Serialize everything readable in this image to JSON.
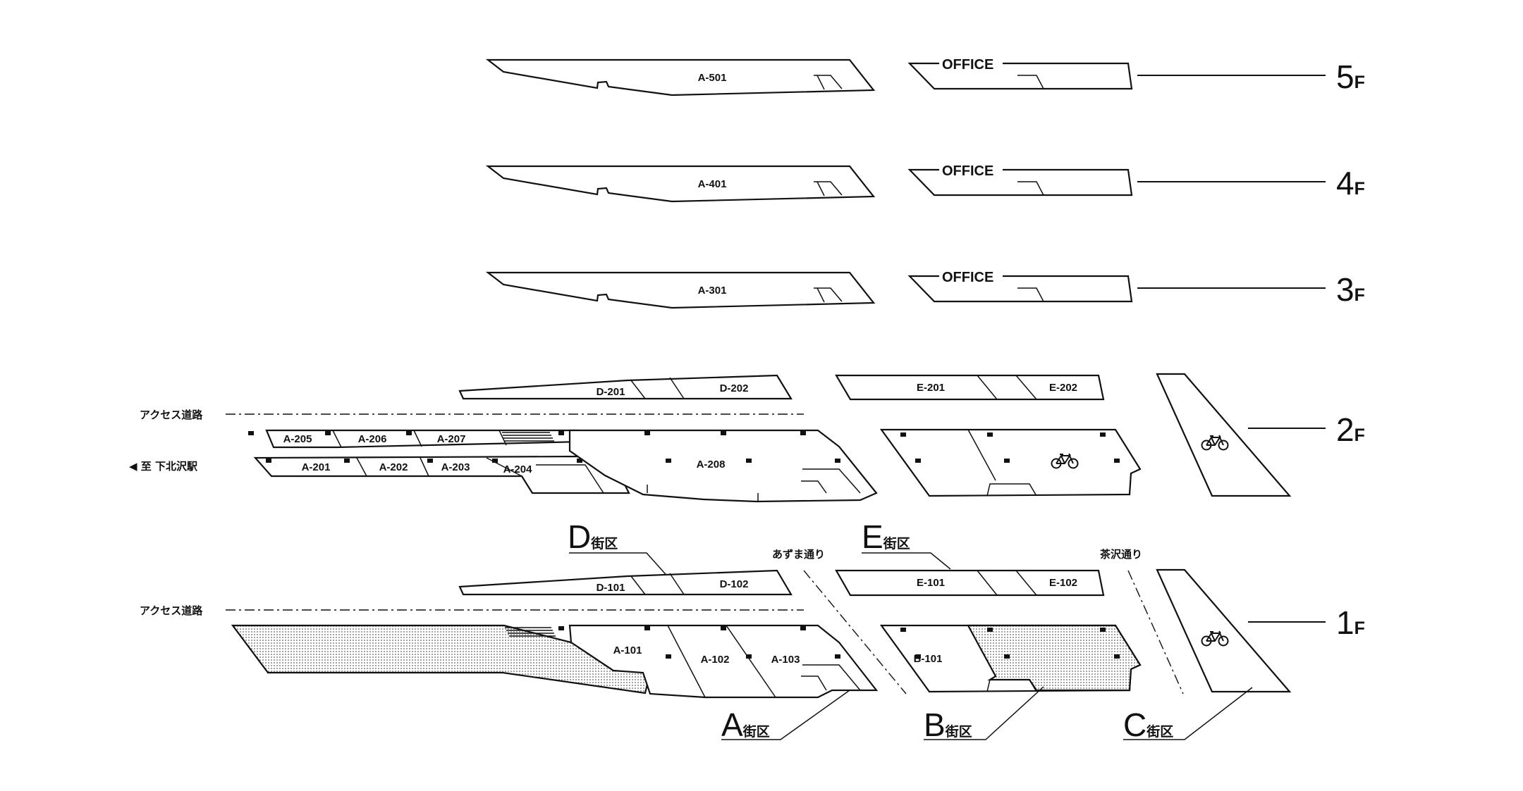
{
  "floors": {
    "f5": "5",
    "f4": "4",
    "f3": "3",
    "f2": "2",
    "f1": "1",
    "suffix": "F"
  },
  "office": "OFFICE",
  "units": {
    "a501": "A-501",
    "a401": "A-401",
    "a301": "A-301",
    "d201": "D-201",
    "d202": "D-202",
    "e201": "E-201",
    "e202": "E-202",
    "a205": "A-205",
    "a206": "A-206",
    "a207": "A-207",
    "a201": "A-201",
    "a202": "A-202",
    "a203": "A-203",
    "a204": "A-204",
    "a208": "A-208",
    "d101": "D-101",
    "d102": "D-102",
    "e101": "E-101",
    "e102": "E-102",
    "a101": "A-101",
    "a102": "A-102",
    "a103": "A-103",
    "b101": "B-101"
  },
  "labels": {
    "access_road": "アクセス道路",
    "to_station": "◀ 至 下北沢駅",
    "azuma_street": "あずま通り",
    "chazawa_street": "茶沢通り"
  },
  "blocks": {
    "suffix": "街区",
    "a": "A",
    "b": "B",
    "c": "C",
    "d": "D",
    "e": "E"
  },
  "icons": [
    "bicycle-icon",
    "arrow-left-icon"
  ],
  "colors": {
    "ink": "#111111",
    "paper": "#ffffff"
  }
}
